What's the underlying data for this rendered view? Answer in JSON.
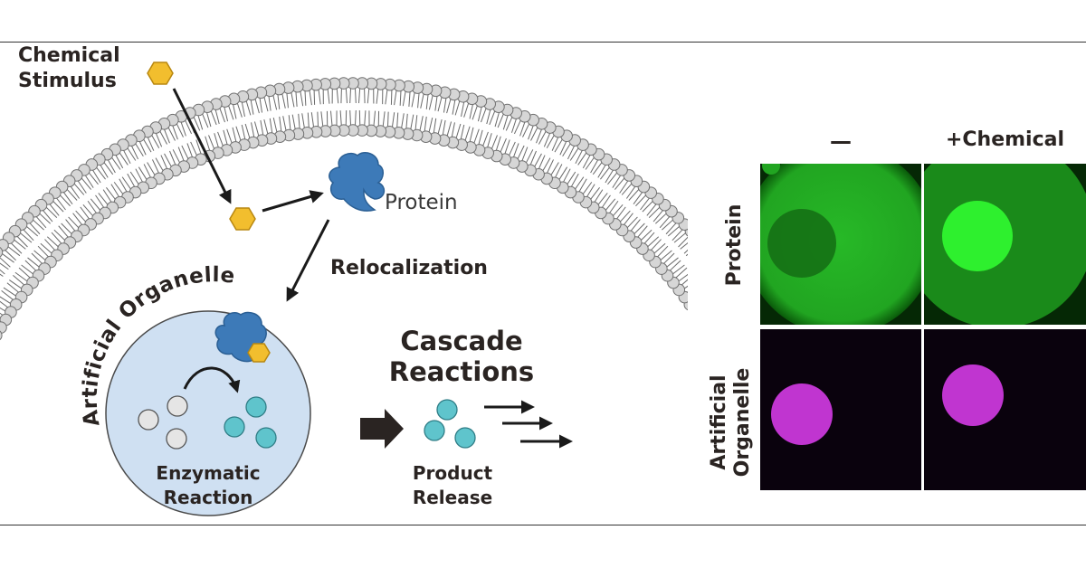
{
  "labels": {
    "chemical_stimulus": [
      "Chemical",
      "Stimulus"
    ],
    "protein": "Protein",
    "relocalization": "Relocalization",
    "artificial_organelle": "Artificial Organelle",
    "enzymatic_reaction": [
      "Enzymatic",
      "Reaction"
    ],
    "cascade_reactions": [
      "Cascade",
      "Reactions"
    ],
    "product_release": [
      "Product",
      "Release"
    ]
  },
  "micrograph": {
    "columns": [
      "—",
      "+Chemical"
    ],
    "rows": [
      "Protein",
      "Artificial Organelle"
    ],
    "row_lines": {
      "protein": [
        "Protein"
      ],
      "organelle": [
        "Artificial",
        "Organelle"
      ]
    }
  },
  "colors": {
    "text": "#2a2422",
    "stimulus_fill": "#f2be2e",
    "stimulus_stroke": "#b88710",
    "protein": "#3d7ab8",
    "organelle_fill": "#cfe0f2",
    "substrate": "#e5e5e5",
    "product": "#5fc4cc",
    "lipid_head": "#d6d6d6",
    "fluor_green": "#1fd21f",
    "fluor_magenta": "#c035d0"
  }
}
